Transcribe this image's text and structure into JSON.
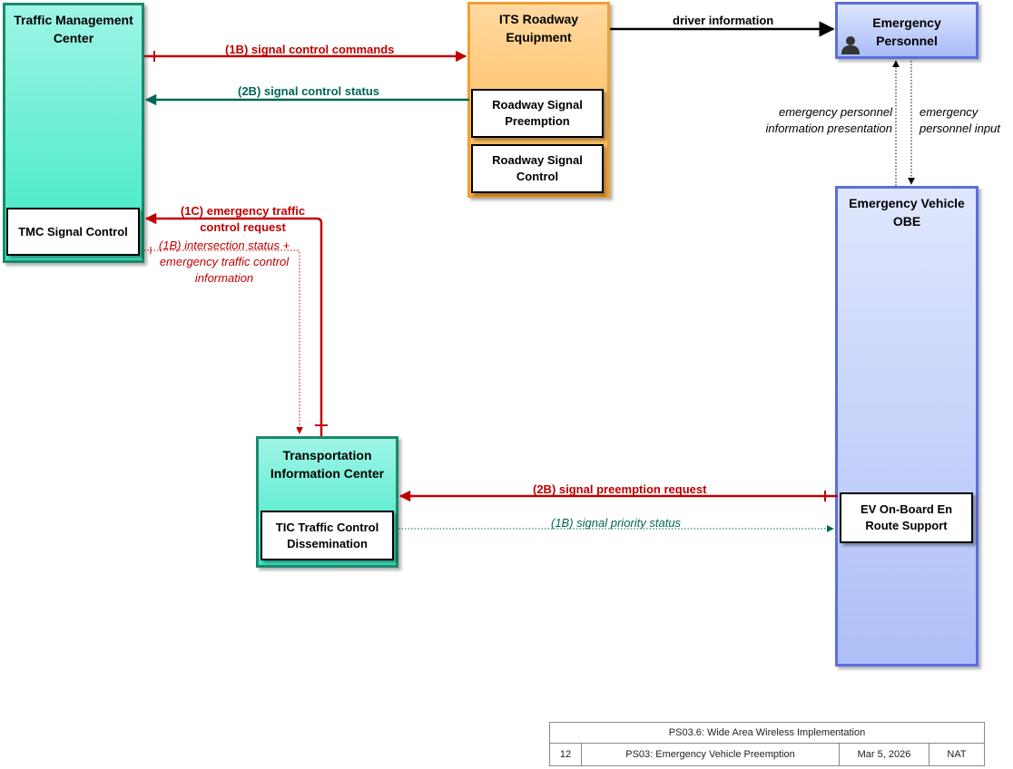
{
  "nodes": {
    "tmc": {
      "title": "Traffic Management\nCenter",
      "sub": "TMC Signal Control"
    },
    "roadway": {
      "title": "ITS Roadway\nEquipment",
      "sub1": "Roadway Signal\nPreemption",
      "sub2": "Roadway Signal\nControl"
    },
    "personnel": {
      "title": "Emergency\nPersonnel"
    },
    "tic": {
      "title": "Transportation\nInformation Center",
      "sub": "TIC Traffic Control\nDissemination"
    },
    "ev": {
      "title": "Emergency Vehicle\nOBE",
      "sub": "EV On-Board En\nRoute Support"
    }
  },
  "flows": {
    "driver_info": "driver information",
    "signal_control_commands": "(1B) signal control commands",
    "signal_control_status": "(2B) signal control status",
    "em_traffic_control_request": "(1C) emergency traffic\ncontrol request",
    "intersection_status": "(1B) intersection status +\nemergency traffic control\ninformation",
    "personnel_presentation": "emergency personnel\ninformation presentation",
    "personnel_input": "emergency\npersonnel input",
    "signal_preemption_request": "(2B) signal preemption request",
    "signal_priority_status": "(1B) signal priority status"
  },
  "title_block": {
    "title": "PS03.6: Wide Area Wireless Implementation",
    "number": "12",
    "name": "PS03: Emergency Vehicle Preemption",
    "date": "Mar 5, 2026",
    "org": "NAT"
  },
  "colors": {
    "center_fill_top": "#9ef5e6",
    "center_fill_bottom": "#3de8c4",
    "center_border": "#1a8a6a",
    "field_fill_top": "#ffd9a0",
    "field_fill_bottom": "#ffb347",
    "field_border": "#f0a030",
    "vehicle_fill": "#c7d6fb",
    "vehicle_border": "#5a6ee0",
    "red": "#c00000",
    "teal": "#006655"
  }
}
